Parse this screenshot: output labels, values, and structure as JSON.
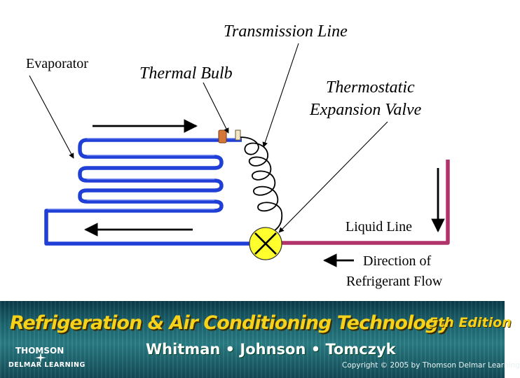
{
  "labels": {
    "transmission_line": "Transmission Line",
    "evaporator": "Evaporator",
    "thermal_bulb": "Thermal Bulb",
    "valve_line1": "Thermostatic",
    "valve_line2": "Expansion Valve",
    "liquid_line": "Liquid Line",
    "flow_line1": "Direction of",
    "flow_line2": "Refrigerant Flow"
  },
  "colors": {
    "evaporator_tube": "#1f3fd6",
    "liquid_line": "#b0336b",
    "valve_fill": "#ffff2e",
    "bulb": "#d4783a"
  },
  "banner": {
    "title": "Refrigeration & Air Conditioning Technology",
    "edition": "5th Edition",
    "authors": "Whitman • Johnson • Tomczyk",
    "publisher_top": "THOMSON",
    "publisher_bottom": "DELMAR LEARNING",
    "copyright": "Copyright © 2005 by Thomson Delmar Learning"
  }
}
